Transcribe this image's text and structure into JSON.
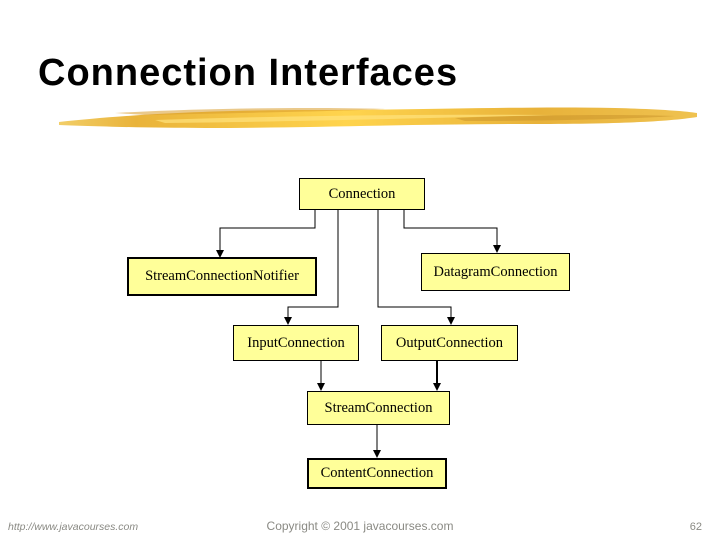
{
  "slide": {
    "title": "Connection Interfaces",
    "footer": {
      "url": "http://www.javacourses.com",
      "copyright": "Copyright © 2001 javacourses.com",
      "page_number": "62"
    }
  },
  "diagram": {
    "type": "inheritance-tree",
    "root": "Connection",
    "nodes": [
      {
        "id": "connection",
        "label": "Connection"
      },
      {
        "id": "stream-connection-notifier",
        "label": "StreamConnectionNotifier"
      },
      {
        "id": "datagram-connection",
        "label": "DatagramConnection"
      },
      {
        "id": "input-connection",
        "label": "InputConnection"
      },
      {
        "id": "output-connection",
        "label": "OutputConnection"
      },
      {
        "id": "stream-connection",
        "label": "StreamConnection"
      },
      {
        "id": "content-connection",
        "label": "ContentConnection"
      }
    ],
    "edges": [
      {
        "from": "connection",
        "to": "stream-connection-notifier"
      },
      {
        "from": "connection",
        "to": "input-connection"
      },
      {
        "from": "connection",
        "to": "output-connection"
      },
      {
        "from": "connection",
        "to": "datagram-connection"
      },
      {
        "from": "input-connection",
        "to": "stream-connection"
      },
      {
        "from": "output-connection",
        "to": "stream-connection"
      },
      {
        "from": "stream-connection",
        "to": "content-connection"
      }
    ],
    "colors": {
      "node_fill": "#FFFF99",
      "node_border": "#000000",
      "connector": "#000000",
      "brush_gold": "#E8B33C",
      "footer_text": "#8a8a84"
    }
  }
}
